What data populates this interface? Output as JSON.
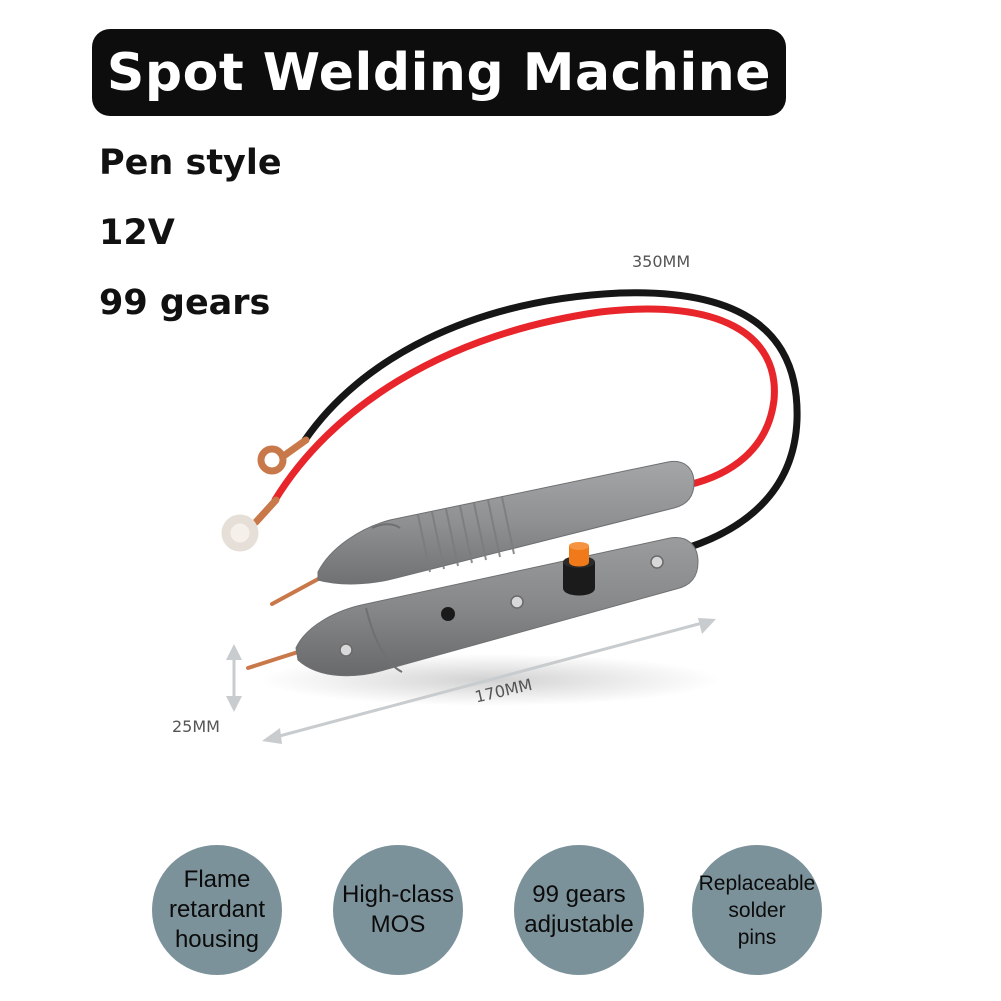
{
  "title": "Spot Welding Machine",
  "specs": {
    "style": "Pen style",
    "voltage": "12V",
    "gears": "99 gears"
  },
  "dimensions": {
    "cable_length": "350MM",
    "pen_length": "170MM",
    "pen_width": "25MM"
  },
  "features": [
    "Flame\nretardant\nhousing",
    "High-class\nMOS",
    "99 gears\nadjustable",
    "Replaceable\nsolder\npins"
  ],
  "colors": {
    "banner": "#0d0d0d",
    "badge": "#7c929a",
    "pen_body": "#8e9092",
    "wire_red": "#e8252a",
    "wire_black": "#161616",
    "knob": "#f07a1a",
    "copper": "#c9784a"
  }
}
